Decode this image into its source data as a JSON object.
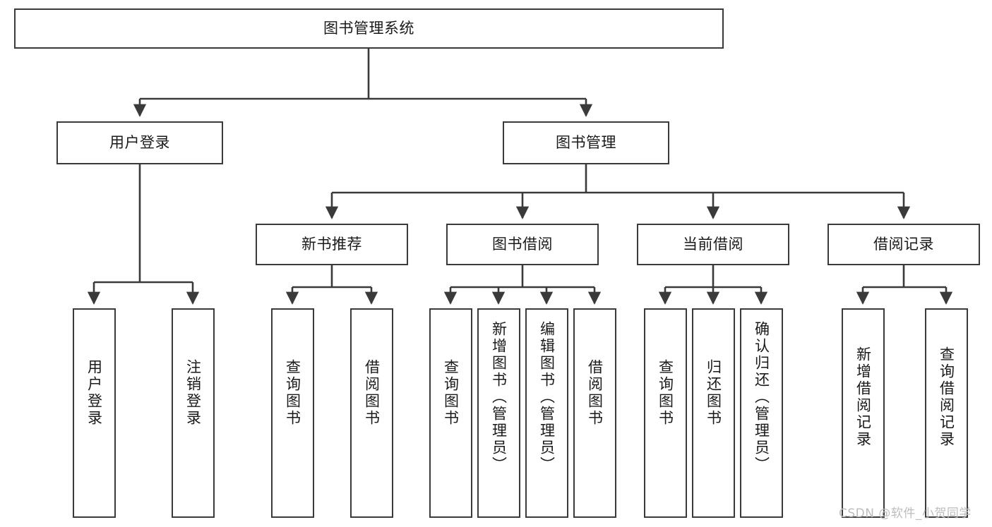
{
  "diagram": {
    "type": "tree-hierarchy",
    "title": "图书管理系统",
    "watermark": "CSDN @软件_小贺同学",
    "colors": {
      "box_border": "#3a3a3a",
      "box_fill": "#ffffff",
      "edge": "#3a3a3a",
      "text": "#1a1a1a",
      "watermark": "#bdbdbd",
      "background": "#ffffff"
    },
    "root": {
      "id": "root",
      "label": "图书管理系统"
    },
    "level2": [
      {
        "id": "user-login",
        "label": "用户登录"
      },
      {
        "id": "book-manage",
        "label": "图书管理"
      }
    ],
    "level3": [
      {
        "id": "new-book-rec",
        "label": "新书推荐",
        "parent": "book-manage"
      },
      {
        "id": "book-borrow",
        "label": "图书借阅",
        "parent": "book-manage"
      },
      {
        "id": "current-borrow",
        "label": "当前借阅",
        "parent": "book-manage"
      },
      {
        "id": "borrow-record",
        "label": "借阅记录",
        "parent": "book-manage"
      }
    ],
    "leaves": {
      "user-login": [
        {
          "id": "leaf-user-login",
          "label": "用户登录"
        },
        {
          "id": "leaf-user-logout",
          "label": "注销登录"
        }
      ],
      "new-book-rec": [
        {
          "id": "leaf-query-book-1",
          "label": "查询图书"
        },
        {
          "id": "leaf-borrow-book-1",
          "label": "借阅图书"
        }
      ],
      "book-borrow": [
        {
          "id": "leaf-query-book-2",
          "label": "查询图书"
        },
        {
          "id": "leaf-add-book",
          "label": "新增图书（管理员）"
        },
        {
          "id": "leaf-edit-book",
          "label": "编辑图书（管理员）"
        },
        {
          "id": "leaf-borrow-book-2",
          "label": "借阅图书"
        }
      ],
      "current-borrow": [
        {
          "id": "leaf-query-book-3",
          "label": "查询图书"
        },
        {
          "id": "leaf-return-book",
          "label": "归还图书"
        },
        {
          "id": "leaf-confirm-return",
          "label": "确认归还（管理员）"
        }
      ],
      "borrow-record": [
        {
          "id": "leaf-add-record",
          "label": "新增借阅记录"
        },
        {
          "id": "leaf-query-record",
          "label": "查询借阅记录"
        }
      ]
    }
  }
}
